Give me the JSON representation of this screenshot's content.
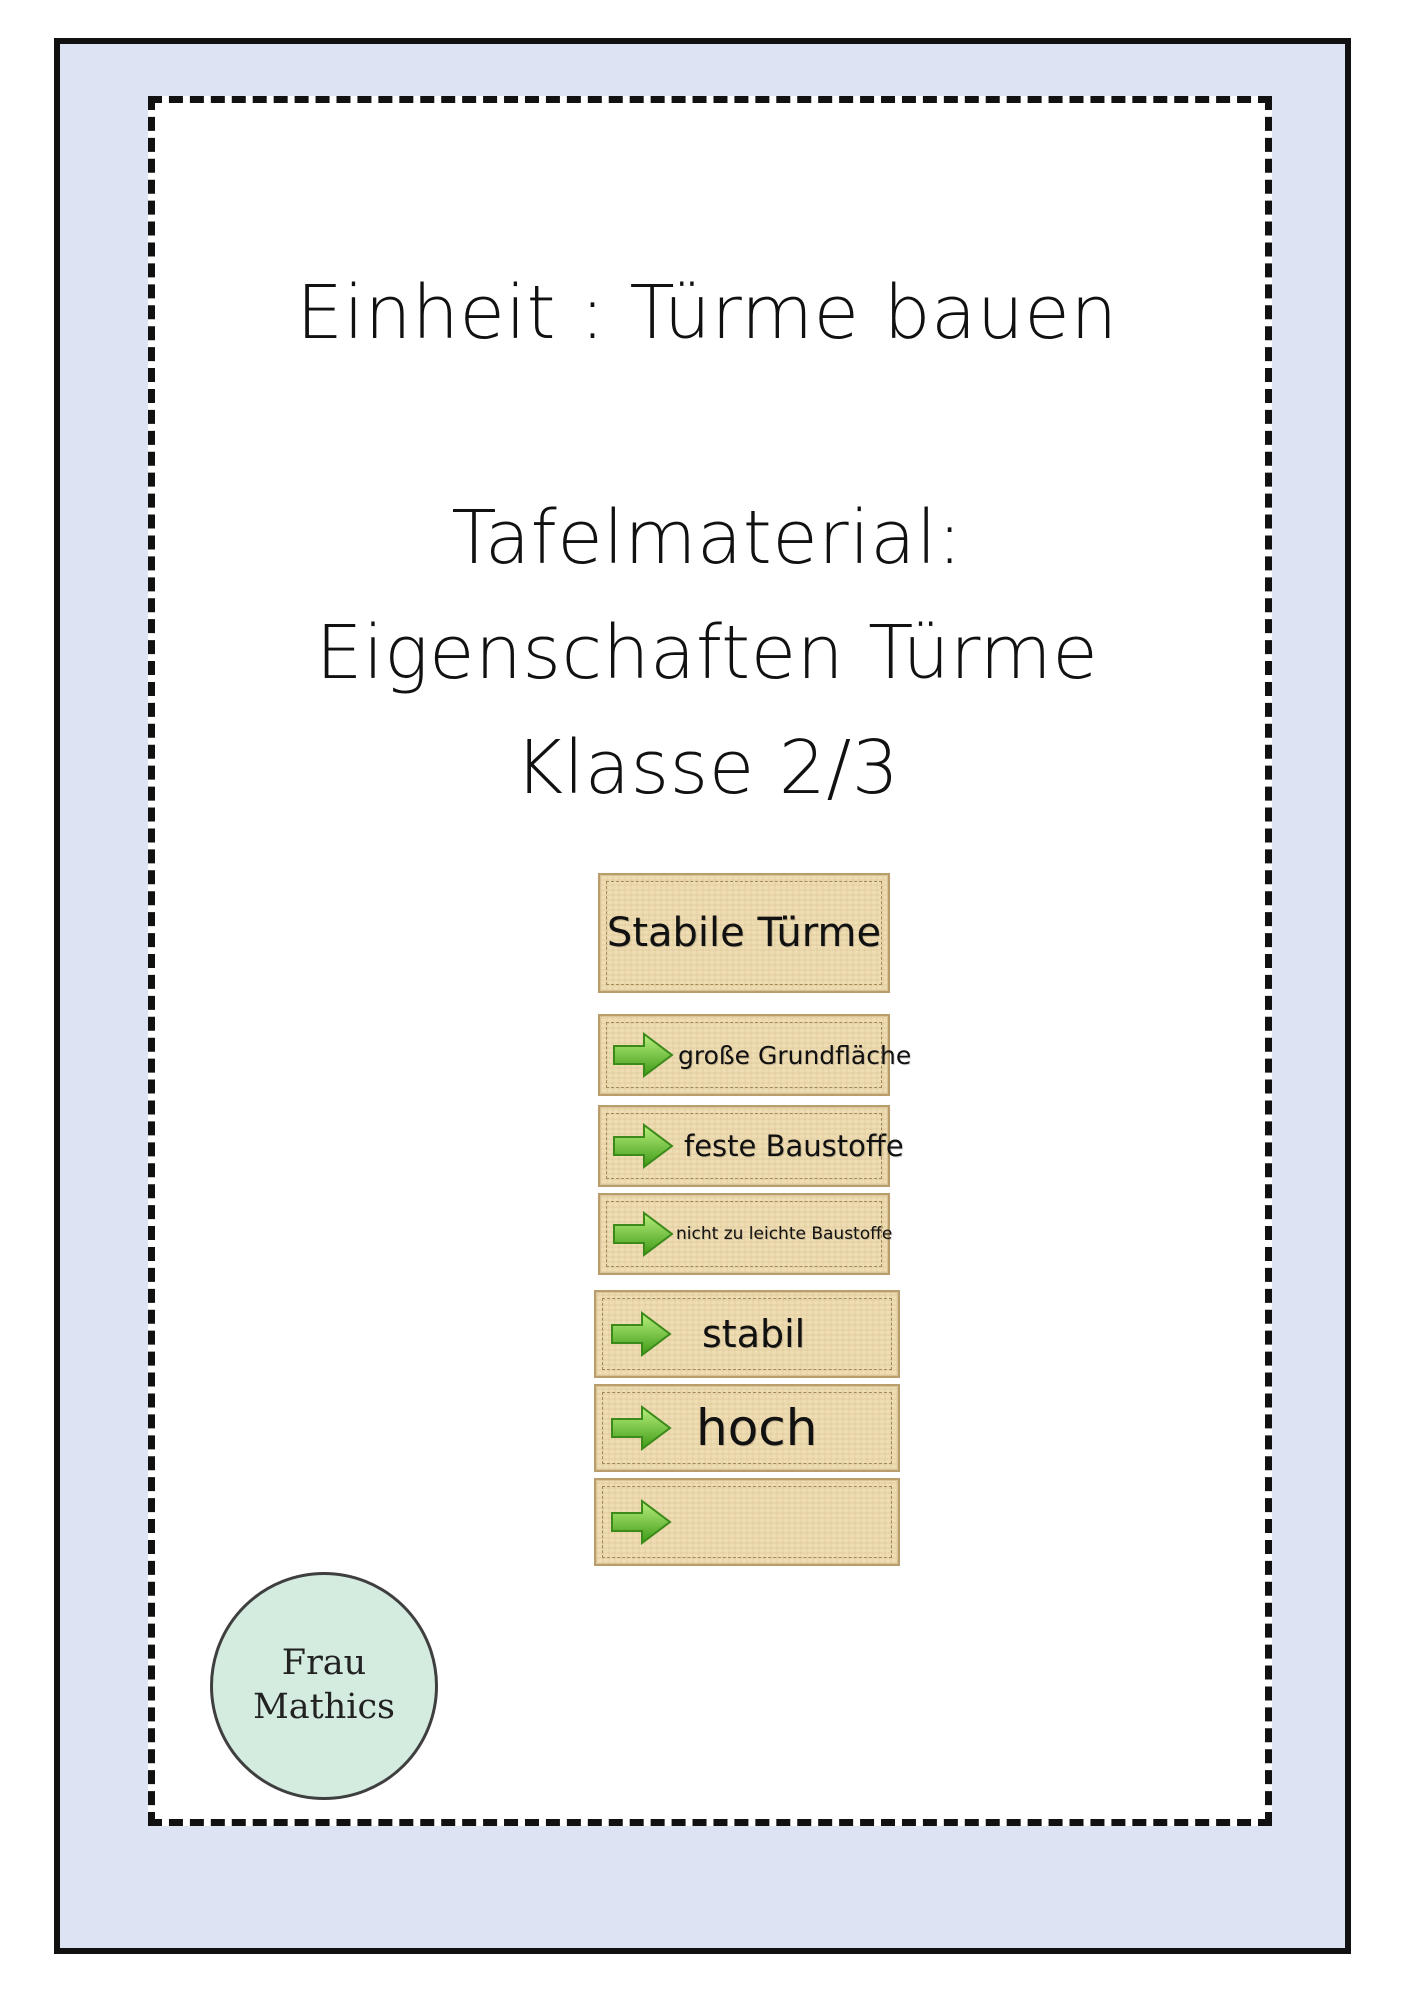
{
  "cover": {
    "unit_line": "Einheit : Türme bauen",
    "material_line": "Tafelmaterial:",
    "topic_line": "Eigenschaften Türme",
    "class_line": "Klasse 2/3"
  },
  "header_card": {
    "label": "Stabile Türme"
  },
  "cards": [
    {
      "label": "große Grundfläche"
    },
    {
      "label": "feste Baustoffe"
    },
    {
      "label": "nicht zu leichte Baustoffe"
    },
    {
      "label": "stabil"
    },
    {
      "label": "hoch"
    },
    {
      "label": ""
    }
  ],
  "logo": {
    "line1": "Frau",
    "line2": "Mathics"
  },
  "colors": {
    "border_fill": "#dce4f3",
    "card_fill": "#eedcb2",
    "arrow": "#6cc43a",
    "logo_fill": "#d4ece0"
  },
  "icons": {
    "card_arrow": "green-right-arrow-icon"
  }
}
